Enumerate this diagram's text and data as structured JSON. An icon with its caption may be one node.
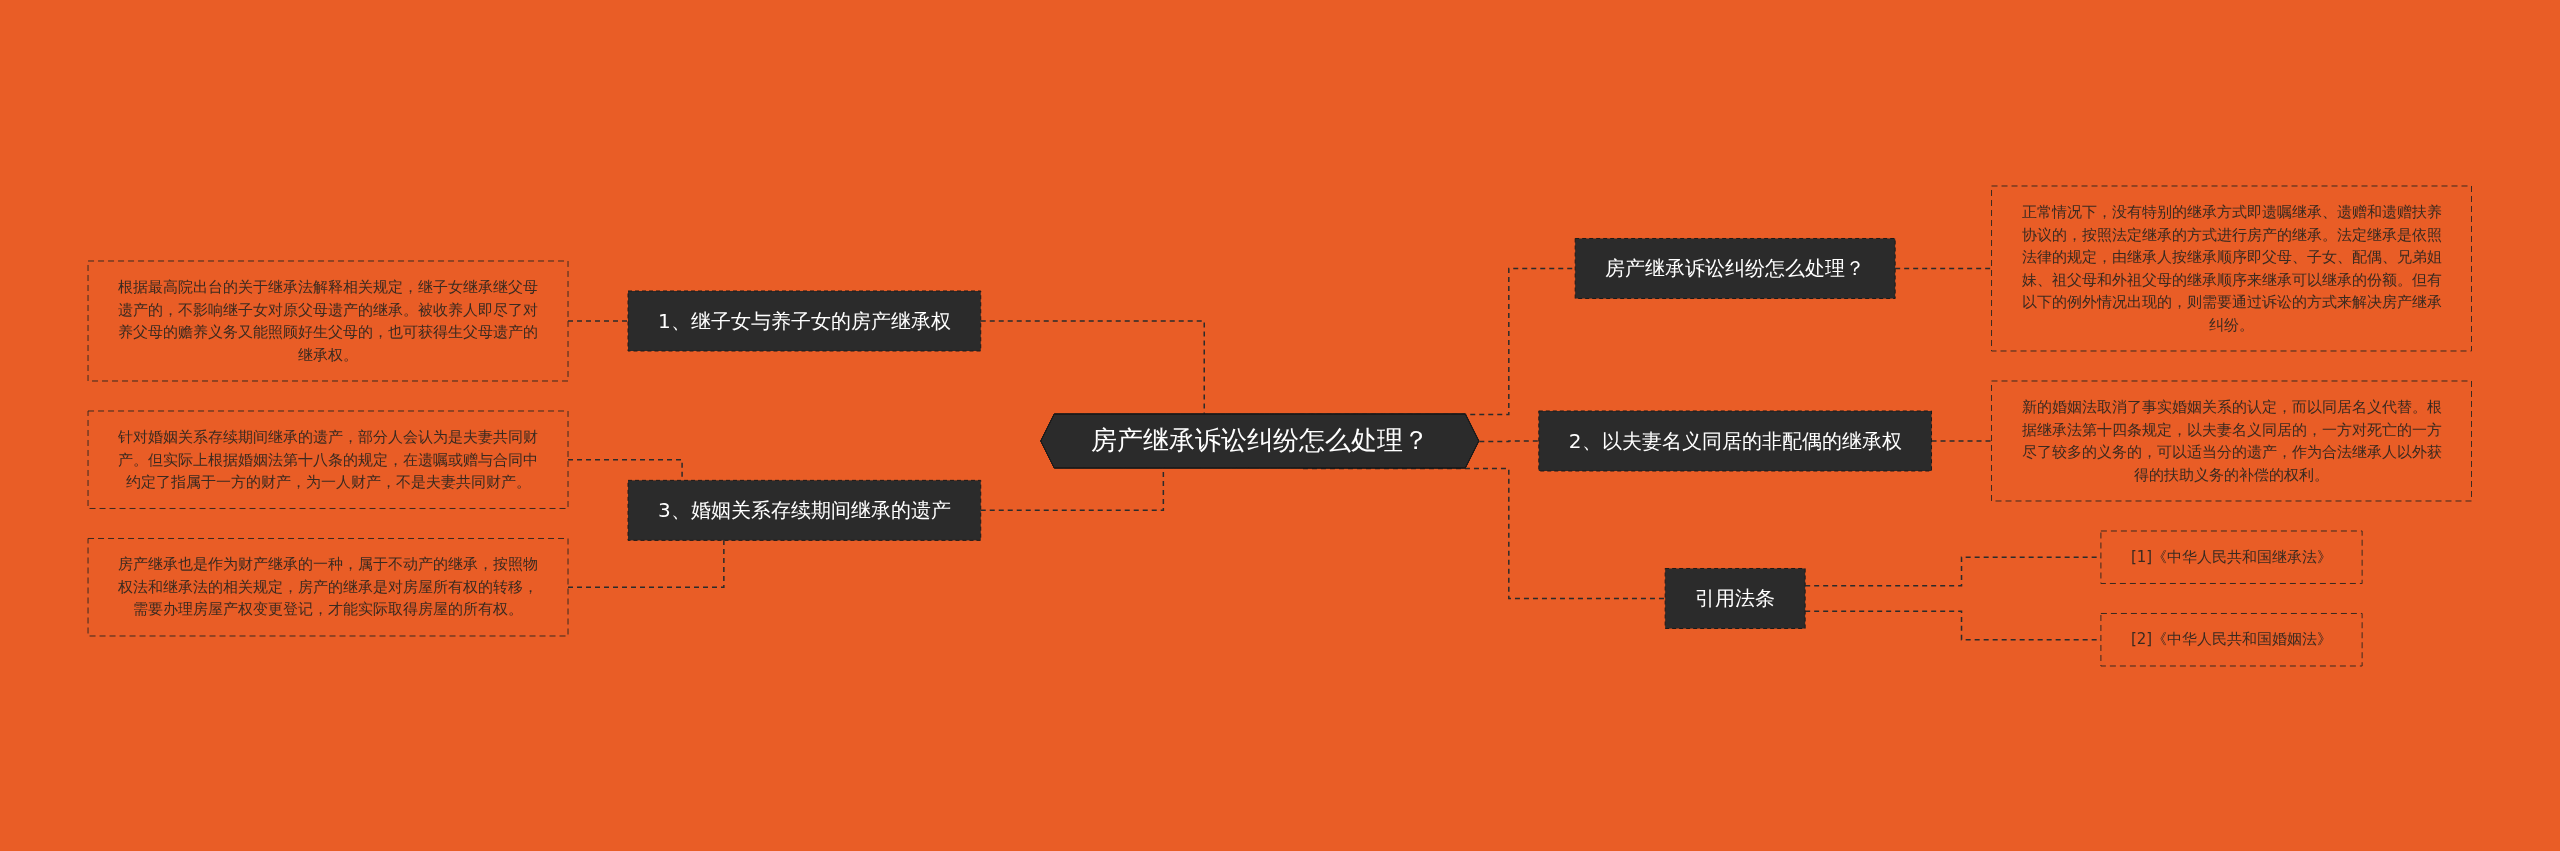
{
  "diagram": {
    "nodes": [
      {
        "text": [
          "房产继承诉讼纠纷怎么处理？"
        ]
      },
      {
        "text": [
          "1、继子女与养子女的房产继承权"
        ]
      },
      {
        "text": [
          "根据最高院出台的关于继承法解释相关规定，继子女继承继父母遗产的，不影响继子女对原父母遗产的继承。被收养人即尽了对养父母的赡养义务又能照顾好生父母的，也可获得生父母遗产的继承权。"
        ]
      },
      {
        "text": [
          "3、婚姻关系存续期间继承的遗产"
        ]
      },
      {
        "text": [
          "针对婚姻关系存续期间继承的遗产，部分人会认为是夫妻共同财产。但实际上根据婚姻法第十八条的规定，在遗嘱或赠与合同中约定了指属于一方的财产，为一人财产，不是夫妻共同财产。"
        ]
      },
      {
        "text": [
          "房产继承也是作为财产继承的一种，属于不动产的继承，按照物权法和继承法的相关规定，房产的继承是对房屋所有权的转移，需要办理房屋产权变更登记，才能实际取得房屋的所有权。"
        ]
      },
      {
        "text": [
          "房产继承诉讼纠纷怎么处理？"
        ]
      },
      {
        "text": [
          "正常情况下，没有特别的继承方式即遗嘱继承、遗赠和遗赠扶养协议的，按照法定继承的方式进行房产的继承。法定继承是依照法律的规定，由继承人按继承顺序即父母、子女、配偶、兄弟姐妹、祖父母和外祖父母的继承顺序来继承可以继承的份额。但有以下的例外情况出现的，则需要通过诉讼的方式来解决房产继承纠纷。"
        ]
      },
      {
        "text": [
          "2、以夫妻名义同居的非配偶的继承权"
        ]
      },
      {
        "text": [
          "新的婚姻法取消了事实婚姻关系的认定，而以同居名义代替。根据继承法第十四条规定，以夫妻名义同居的，一方对死亡的一方尽了较多的义务的，可以适当分的遗产，作为合法继承人以外获得的扶助义务的补偿的权利。"
        ]
      },
      {
        "text": [
          "引用法条"
        ]
      },
      {
        "text": [
          "[1]《中华人民共和国继承法》"
        ]
      },
      {
        "text": [
          "[2]《中华人民共和国婚姻法》"
        ]
      }
    ],
    "edges": [
      {
        "from": 2,
        "to": 1,
        "arrow": "none",
        "style": "dashed"
      },
      {
        "from": 1,
        "to": 0,
        "arrow": "none",
        "style": "dashed"
      },
      {
        "from": 4,
        "to": 3,
        "arrow": "none",
        "style": "dashed"
      },
      {
        "from": 5,
        "to": 3,
        "arrow": "none",
        "style": "dashed"
      },
      {
        "from": 3,
        "to": 0,
        "arrow": "none",
        "style": "dashed"
      },
      {
        "from": 0,
        "to": 6,
        "arrow": "none",
        "style": "dashed"
      },
      {
        "from": 6,
        "to": 7,
        "arrow": "none",
        "style": "dashed"
      },
      {
        "from": 0,
        "to": 8,
        "arrow": "none",
        "style": "dashed"
      },
      {
        "from": 8,
        "to": 9,
        "arrow": "none",
        "style": "dashed"
      },
      {
        "from": 0,
        "to": 10,
        "arrow": "none",
        "style": "dashed"
      },
      {
        "from": 10,
        "to": 11,
        "arrow": "none",
        "style": "dashed"
      },
      {
        "from": 10,
        "to": 12,
        "arrow": "none",
        "style": "dashed"
      }
    ]
  }
}
